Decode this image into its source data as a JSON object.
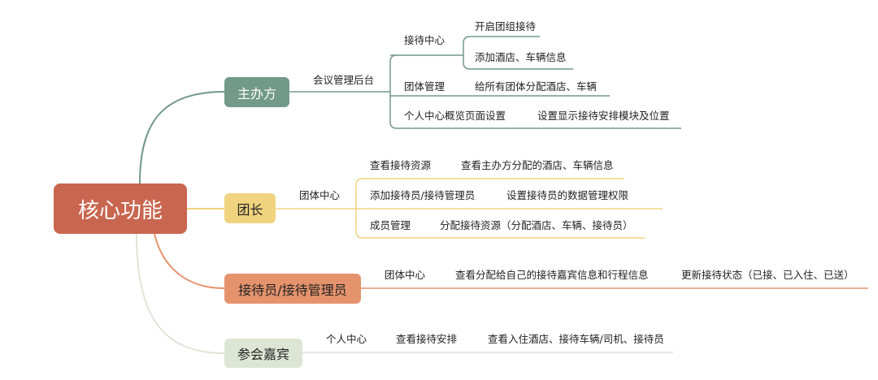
{
  "colors": {
    "root": "#c9664f",
    "organizer": "#72998a",
    "leader": "#f0d37f",
    "receptionist": "#e5936d",
    "guest": "#dde6d5"
  },
  "root": "核心功能",
  "organizer": {
    "label": "主办方",
    "sub": "会议管理后台",
    "items": [
      {
        "label": "接待中心",
        "children": [
          "开启团组接待",
          "添加酒店、车辆信息"
        ]
      },
      {
        "label": "团体管理",
        "children": [
          "给所有团体分配酒店、车辆"
        ]
      },
      {
        "label": "个人中心概览页面设置",
        "children": [
          "设置显示接待安排模块及位置"
        ]
      }
    ]
  },
  "leader": {
    "label": "团长",
    "sub": "团体中心",
    "items": [
      {
        "label": "查看接待资源",
        "child": "查看主办方分配的酒店、车辆信息"
      },
      {
        "label": "添加接待员/接待管理员",
        "child": "设置接待员的数据管理权限"
      },
      {
        "label": "成员管理",
        "child": "分配接待资源（分配酒店、车辆、接待员）"
      }
    ]
  },
  "receptionist": {
    "label": "接待员/接待管理员",
    "chain": [
      "团体中心",
      "查看分配给自己的接待嘉宾信息和行程信息",
      "更新接待状态（已接、已入住、已送）"
    ]
  },
  "guest": {
    "label": "参会嘉宾",
    "chain": [
      "个人中心",
      "查看接待安排",
      "查看入住酒店、接待车辆/司机、接待员"
    ]
  }
}
